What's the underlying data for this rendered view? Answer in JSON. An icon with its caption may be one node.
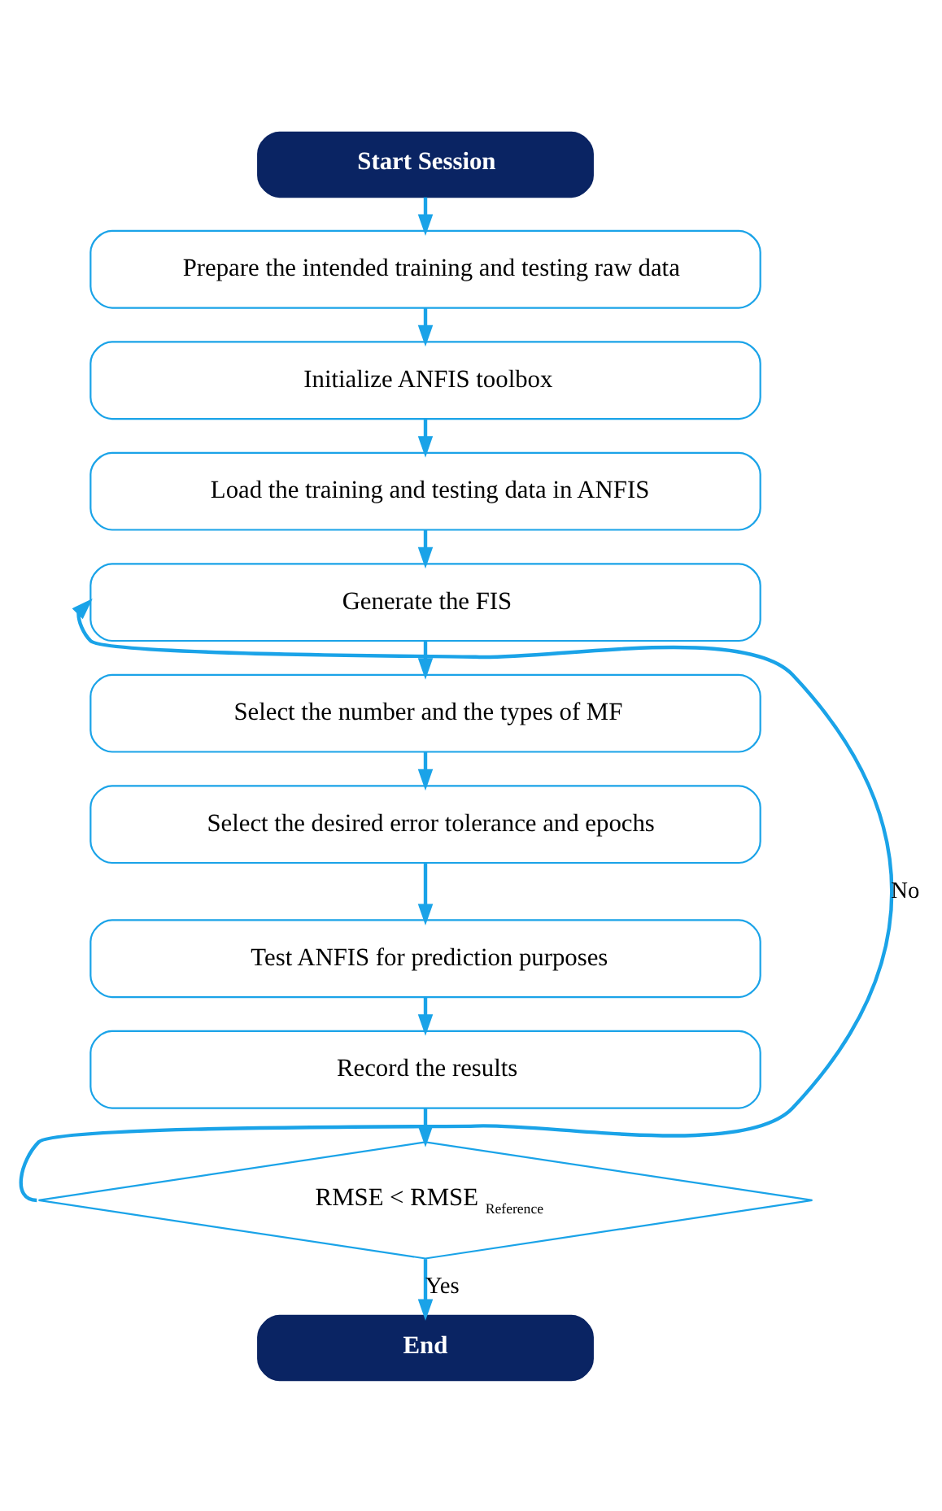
{
  "diagram": {
    "nodes": [
      {
        "text": [
          "Start Session"
        ]
      },
      {
        "text": [
          "Prepare the intended training and testing raw data"
        ]
      },
      {
        "text": [
          "Initialize ANFIS toolbox"
        ]
      },
      {
        "text": [
          "Load the training and testing data in ANFIS"
        ]
      },
      {
        "text": [
          "Generate the FIS"
        ]
      },
      {
        "text": [
          "Select the number and the types of MF"
        ]
      },
      {
        "text": [
          "Select the desired error tolerance and epochs"
        ]
      },
      {
        "text": [
          "Test ANFIS for prediction purposes"
        ]
      },
      {
        "text": [
          "Record the results"
        ]
      },
      {
        "text": [
          "RMSE < RMSE $_{Reference}$"
        ]
      },
      {
        "text": [
          "End"
        ]
      }
    ],
    "edges": [
      {
        "from": 0,
        "to": 1,
        "arrow": "to"
      },
      {
        "from": 1,
        "to": 2,
        "arrow": "to"
      },
      {
        "from": 2,
        "to": 3,
        "arrow": "to"
      },
      {
        "from": 3,
        "to": 4,
        "arrow": "to"
      },
      {
        "from": 4,
        "to": 5,
        "arrow": "to"
      },
      {
        "from": 5,
        "to": 6,
        "arrow": "to"
      },
      {
        "from": 6,
        "to": 7,
        "arrow": "to"
      },
      {
        "from": 7,
        "to": 8,
        "arrow": "to"
      },
      {
        "from": 8,
        "to": 9,
        "arrow": "to"
      },
      {
        "from": 9,
        "to": 10,
        "arrow": "to",
        "label": "Yes"
      },
      {
        "from": 9,
        "to": 4,
        "arrow": "to",
        "label": "No"
      }
    ]
  }
}
